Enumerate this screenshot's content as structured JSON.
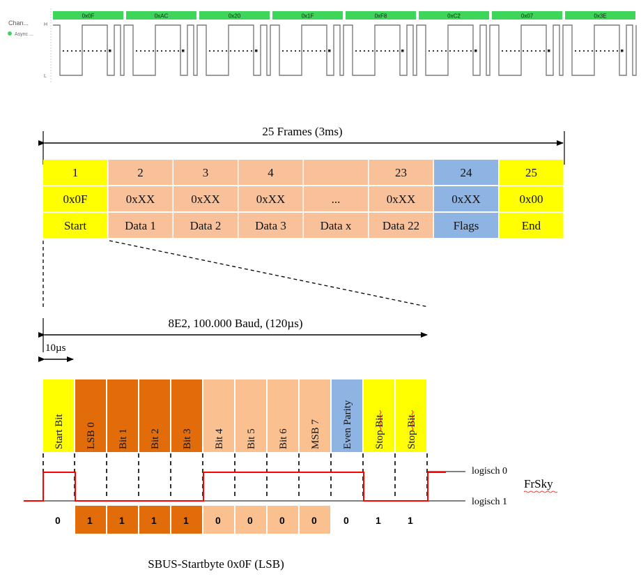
{
  "analyzer": {
    "channel_label": "Chan...",
    "async_label": "Async ...",
    "high_label": "H",
    "low_label": "L",
    "byte_labels": [
      "0x0F",
      "0xAC",
      "0x20",
      "0x1F",
      "0xF8",
      "0xC2",
      "0x07",
      "0x3E"
    ],
    "accent_color": "#3fd45a"
  },
  "frame": {
    "span_label": "25 Frames (3ms)",
    "columns": [
      {
        "num": "1",
        "value": "0x0F",
        "name": "Start",
        "color": "#ffff00"
      },
      {
        "num": "2",
        "value": "0xXX",
        "name": "Data 1",
        "color": "#f8c19a"
      },
      {
        "num": "3",
        "value": "0xXX",
        "name": "Data 2",
        "color": "#f8c19a"
      },
      {
        "num": "4",
        "value": "0xXX",
        "name": "Data 3",
        "color": "#f8c19a"
      },
      {
        "num": "",
        "value": "...",
        "name": "Data x",
        "color": "#f8c19a"
      },
      {
        "num": "23",
        "value": "0xXX",
        "name": "Data 22",
        "color": "#f8c19a"
      },
      {
        "num": "24",
        "value": "0xXX",
        "name": "Flags",
        "color": "#8eb4e3"
      },
      {
        "num": "25",
        "value": "0x00",
        "name": "End",
        "color": "#ffff00"
      }
    ]
  },
  "byte": {
    "span_label": "8E2, 100.000 Baud,  (120µs)",
    "bit_time_label": "10µs",
    "bits": [
      {
        "name": "Start Bit",
        "value": "0",
        "color": "#ffff00",
        "value_bg": ""
      },
      {
        "name": "LSB 0",
        "value": "1",
        "color": "#e36c0a",
        "value_bg": "#e36c0a"
      },
      {
        "name": "Bit 1",
        "value": "1",
        "color": "#e36c0a",
        "value_bg": "#e36c0a"
      },
      {
        "name": "Bit 2",
        "value": "1",
        "color": "#e36c0a",
        "value_bg": "#e36c0a"
      },
      {
        "name": "Bit 3",
        "value": "1",
        "color": "#e36c0a",
        "value_bg": "#e36c0a"
      },
      {
        "name": "Bit 4",
        "value": "0",
        "color": "#fac090",
        "value_bg": "#fac090"
      },
      {
        "name": "Bit 5",
        "value": "0",
        "color": "#fac090",
        "value_bg": "#fac090"
      },
      {
        "name": "Bit 6",
        "value": "0",
        "color": "#fac090",
        "value_bg": "#fac090"
      },
      {
        "name": "MSB 7",
        "value": "0",
        "color": "#fac090",
        "value_bg": "#fac090"
      },
      {
        "name": "Even Parity",
        "value": "0",
        "color": "#8eb4e3",
        "value_bg": ""
      },
      {
        "name": "Stop Bit",
        "value": "1",
        "color": "#ffff00",
        "value_bg": ""
      },
      {
        "name": "Stop Bit",
        "value": "1",
        "color": "#ffff00",
        "value_bg": ""
      }
    ],
    "level_high_label": "logisch 0",
    "level_low_label": "logisch 1",
    "brand_label": "FrSky",
    "caption": "SBUS-Startbyte 0x0F (LSB)"
  }
}
